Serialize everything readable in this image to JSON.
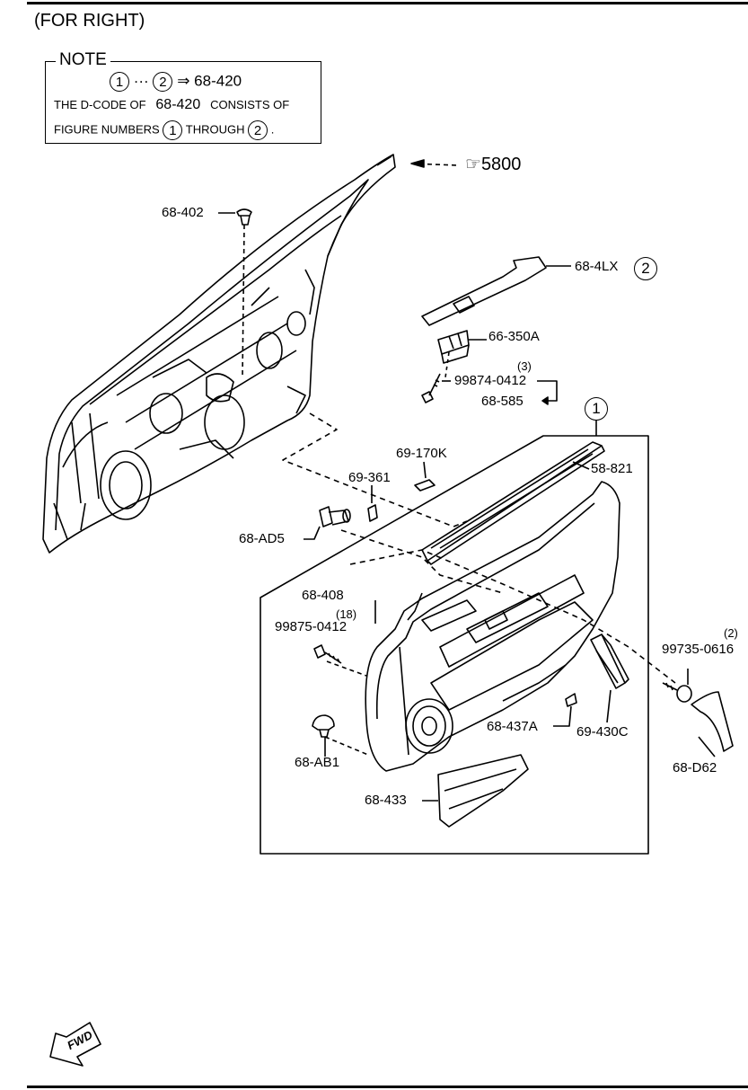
{
  "heading": "(FOR RIGHT)",
  "note": {
    "title": "NOTE",
    "range_start": "1",
    "ellipsis": "···",
    "range_end": "2",
    "arrow": "⇒",
    "range_code": "68-420",
    "line2_a": "THE D-CODE OF",
    "line2_code": "68-420",
    "line2_b": "CONSISTS OF",
    "line3_a": "FIGURE NUMBERS",
    "line3_circ1": "1",
    "line3_b": "THROUGH",
    "line3_circ2": "2",
    "line3_end": "."
  },
  "reference": {
    "symbol": "☞",
    "text": "5800"
  },
  "parts": {
    "p68_402": "68-402",
    "p68_4lx": "68-4LX",
    "p68_4lx_circ": "2",
    "p66_350a": "66-350A",
    "qty_3": "(3)",
    "p99874_0412": "99874-0412",
    "p68_585": "68-585",
    "group_circ": "1",
    "p69_170k": "69-170K",
    "p58_821": "58-821",
    "p69_361": "69-361",
    "p68_ad5": "68-AD5",
    "p68_408": "68-408",
    "qty_18": "(18)",
    "p99875_0412": "99875-0412",
    "qty_2": "(2)",
    "p99735_0616": "99735-0616",
    "p68_437a": "68-437A",
    "p69_430c": "69-430C",
    "p68_ab1": "68-AB1",
    "p68_d62": "68-D62",
    "p68_433": "68-433"
  },
  "fwd": "FWD"
}
